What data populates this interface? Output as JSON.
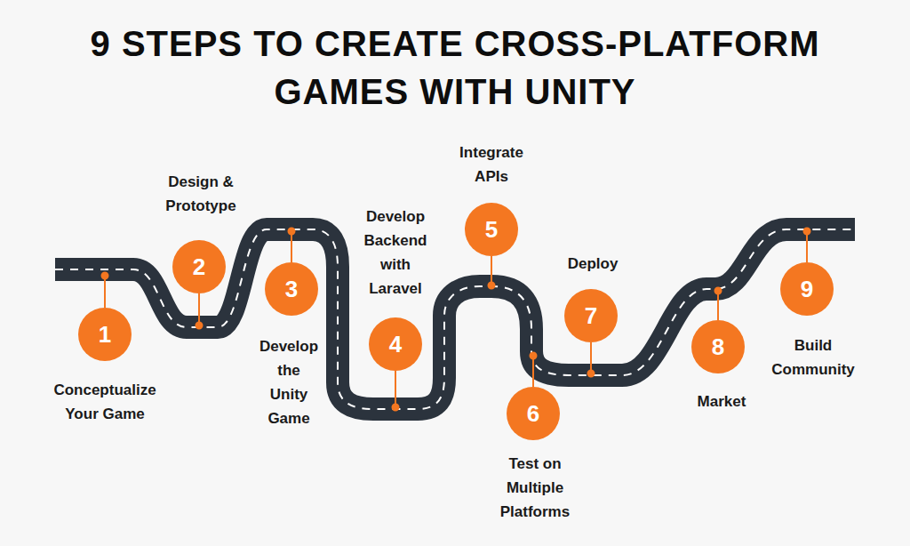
{
  "diagram": {
    "title": "9 STEPS TO CREATE CROSS-PLATFORM GAMES WITH UNITY",
    "nodes": [
      {
        "text": [
          "1",
          "Conceptualize Your Game"
        ]
      },
      {
        "text": [
          "2",
          "Design & Prototype"
        ]
      },
      {
        "text": [
          "3",
          "Develop the Unity Game"
        ]
      },
      {
        "text": [
          "4",
          "Develop Backend with Laravel"
        ]
      },
      {
        "text": [
          "5",
          "Integrate APIs"
        ]
      },
      {
        "text": [
          "6",
          "Test on Multiple Platforms"
        ]
      },
      {
        "text": [
          "7",
          "Deploy"
        ]
      },
      {
        "text": [
          "8",
          "Market"
        ]
      },
      {
        "text": [
          "9",
          "Build Community"
        ]
      }
    ]
  }
}
